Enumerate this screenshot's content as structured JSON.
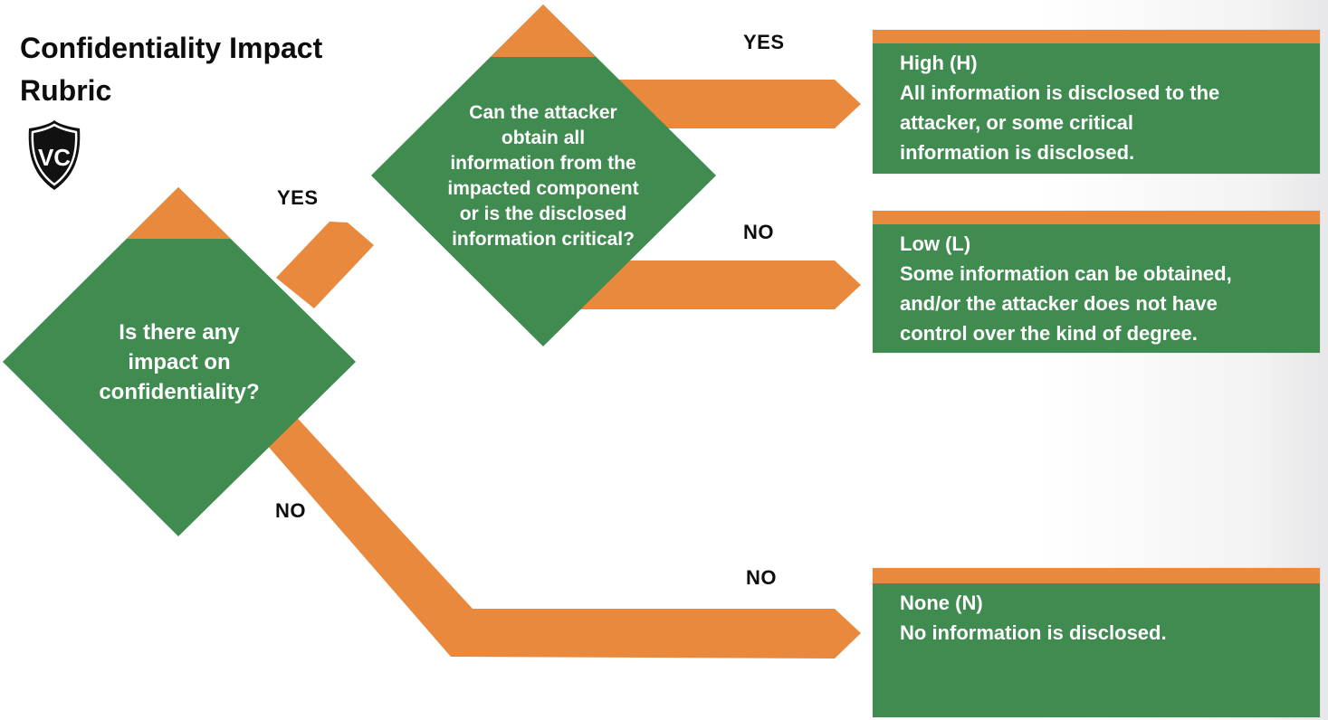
{
  "title": "Confidentiality Impact\nRubric",
  "logo": {
    "text": "VC"
  },
  "colors": {
    "green": "#3F8B50",
    "orange": "#E8893E"
  },
  "decisions": {
    "d1": {
      "question": "Is there any\nimpact on\nconfidentiality?"
    },
    "d2": {
      "question": "Can the attacker\nobtain all\ninformation from the\nimpacted component\nor is the disclosed\ninformation critical?"
    }
  },
  "edge_labels": {
    "d1_yes": "YES",
    "d1_no": "NO",
    "d2_yes": "YES",
    "d2_no": "NO",
    "none_no": "NO"
  },
  "outcomes": {
    "high": {
      "label": "High (H)",
      "description": "All information is disclosed to the\nattacker, or some critical\ninformation is disclosed."
    },
    "low": {
      "label": "Low (L)",
      "description": "Some information can be obtained,\nand/or the attacker does not have\ncontrol over the kind of degree."
    },
    "none": {
      "label": "None (N)",
      "description": "No information is disclosed."
    }
  }
}
